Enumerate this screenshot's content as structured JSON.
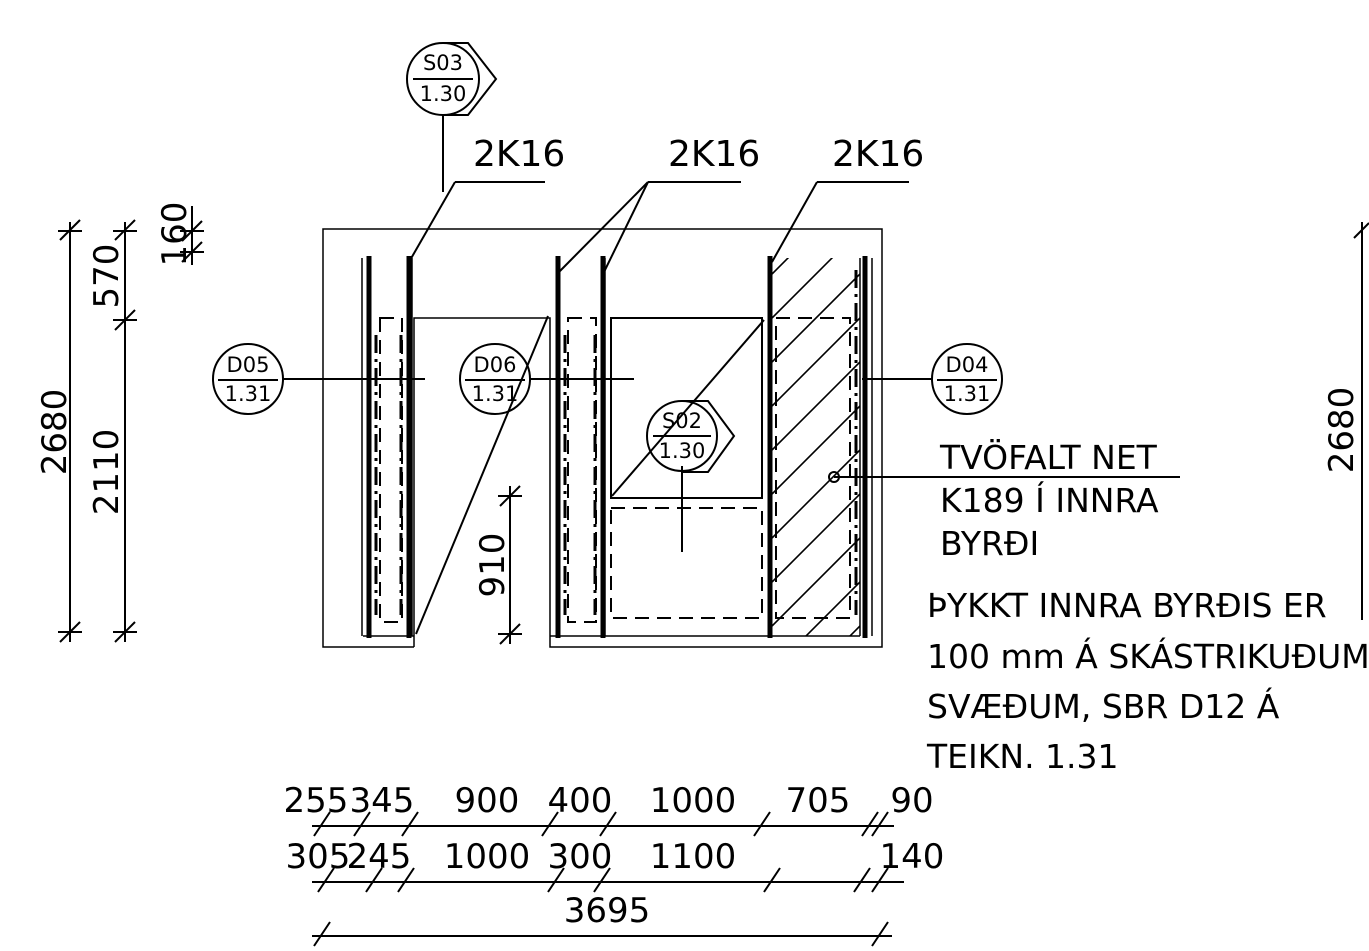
{
  "section_markers": [
    {
      "id": "S03",
      "sheet": "1.30"
    },
    {
      "id": "S02",
      "sheet": "1.30"
    }
  ],
  "detail_markers": [
    {
      "id": "D05",
      "sheet": "1.31"
    },
    {
      "id": "D06",
      "sheet": "1.31"
    },
    {
      "id": "D04",
      "sheet": "1.31"
    }
  ],
  "rebar_labels": [
    "2K16",
    "2K16",
    "2K16"
  ],
  "vertical_dims_left": {
    "overall": "2680",
    "upper": "570",
    "lower": "2110",
    "top": "160"
  },
  "vertical_dim_right": "2680",
  "vertical_dim_opening": "910",
  "horizontal_dims_row1": [
    "255",
    "345",
    "900",
    "400",
    "1000",
    "705",
    "90"
  ],
  "horizontal_dims_row2": [
    "305",
    "245",
    "1000",
    "300",
    "1100",
    "140"
  ],
  "horizontal_total": "3695",
  "note_mesh": {
    "line1": "TVÖFALT NET",
    "line2": "K189 Í INNRA",
    "line3": "BYRÐI"
  },
  "note_thickness": {
    "line1": "ÞYKKT INNRA BYRÐIS ER",
    "line2": "100 mm Á SKÁSTRIKUÐUM",
    "line3": "SVÆÐUM, SBR D12 Á",
    "line4": "TEIKN. 1.31"
  }
}
